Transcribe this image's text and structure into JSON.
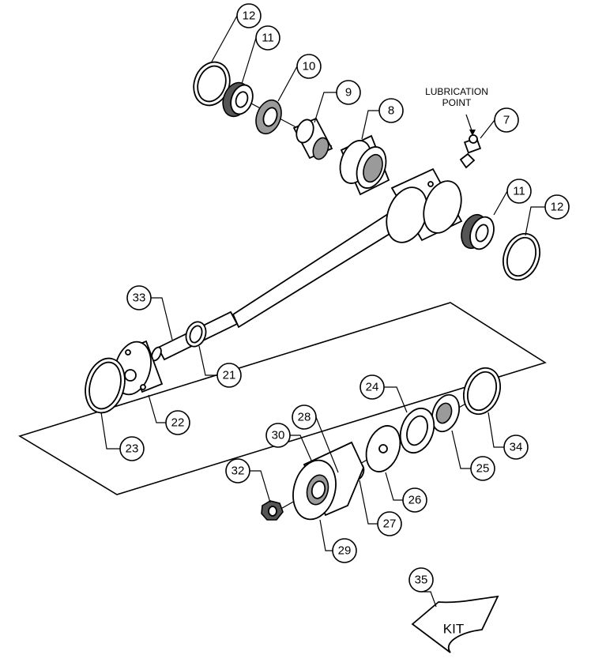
{
  "note": {
    "line1": "LUBRICATION",
    "line2": "POINT"
  },
  "kit_label": "KIT",
  "callouts": {
    "c12a": "12",
    "c11a": "11",
    "c10": "10",
    "c9": "9",
    "c8": "8",
    "c7": "7",
    "c11b": "11",
    "c12b": "12",
    "c33": "33",
    "c21": "21",
    "c22": "22",
    "c23": "23",
    "c24": "24",
    "c34": "34",
    "c25": "25",
    "c28": "28",
    "c30": "30",
    "c32": "32",
    "c26": "26",
    "c27": "27",
    "c29": "29",
    "c35": "35"
  }
}
